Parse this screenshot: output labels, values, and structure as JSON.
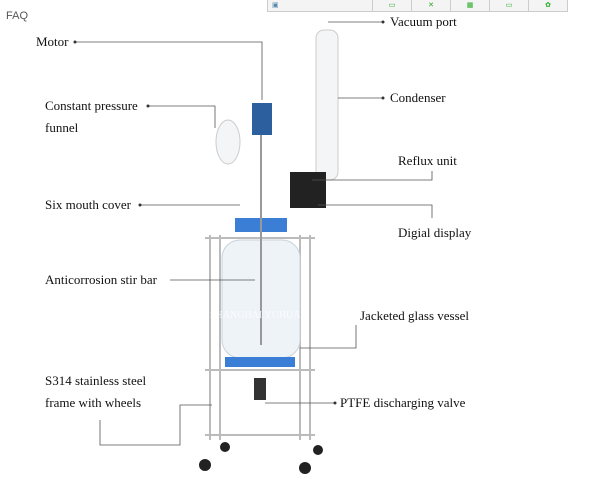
{
  "page": {
    "faq_label": "FAQ"
  },
  "toolbar": {
    "items": [
      "toolbar-item-1",
      "toolbar-item-2",
      "toolbar-item-3",
      "toolbar-item-4",
      "toolbar-item-5",
      "toolbar-item-6"
    ]
  },
  "diagram": {
    "watermark": "SHANGHAI YUHUA",
    "labels": {
      "motor": "Motor",
      "vacuum_port": "Vacuum port",
      "condenser": "Condenser",
      "funnel_line1": "Constant pressure",
      "funnel_line2": "funnel",
      "reflux_unit": "Reflux unit",
      "six_mouth_cover": "Six mouth cover",
      "digital_display": "Digial display",
      "stir_bar": "Anticorrosion stir bar",
      "vessel": "Jacketed glass vessel",
      "frame_line1": "S314 stainless steel",
      "frame_line2": "frame with wheels",
      "valve": "PTFE discharging valve"
    }
  }
}
